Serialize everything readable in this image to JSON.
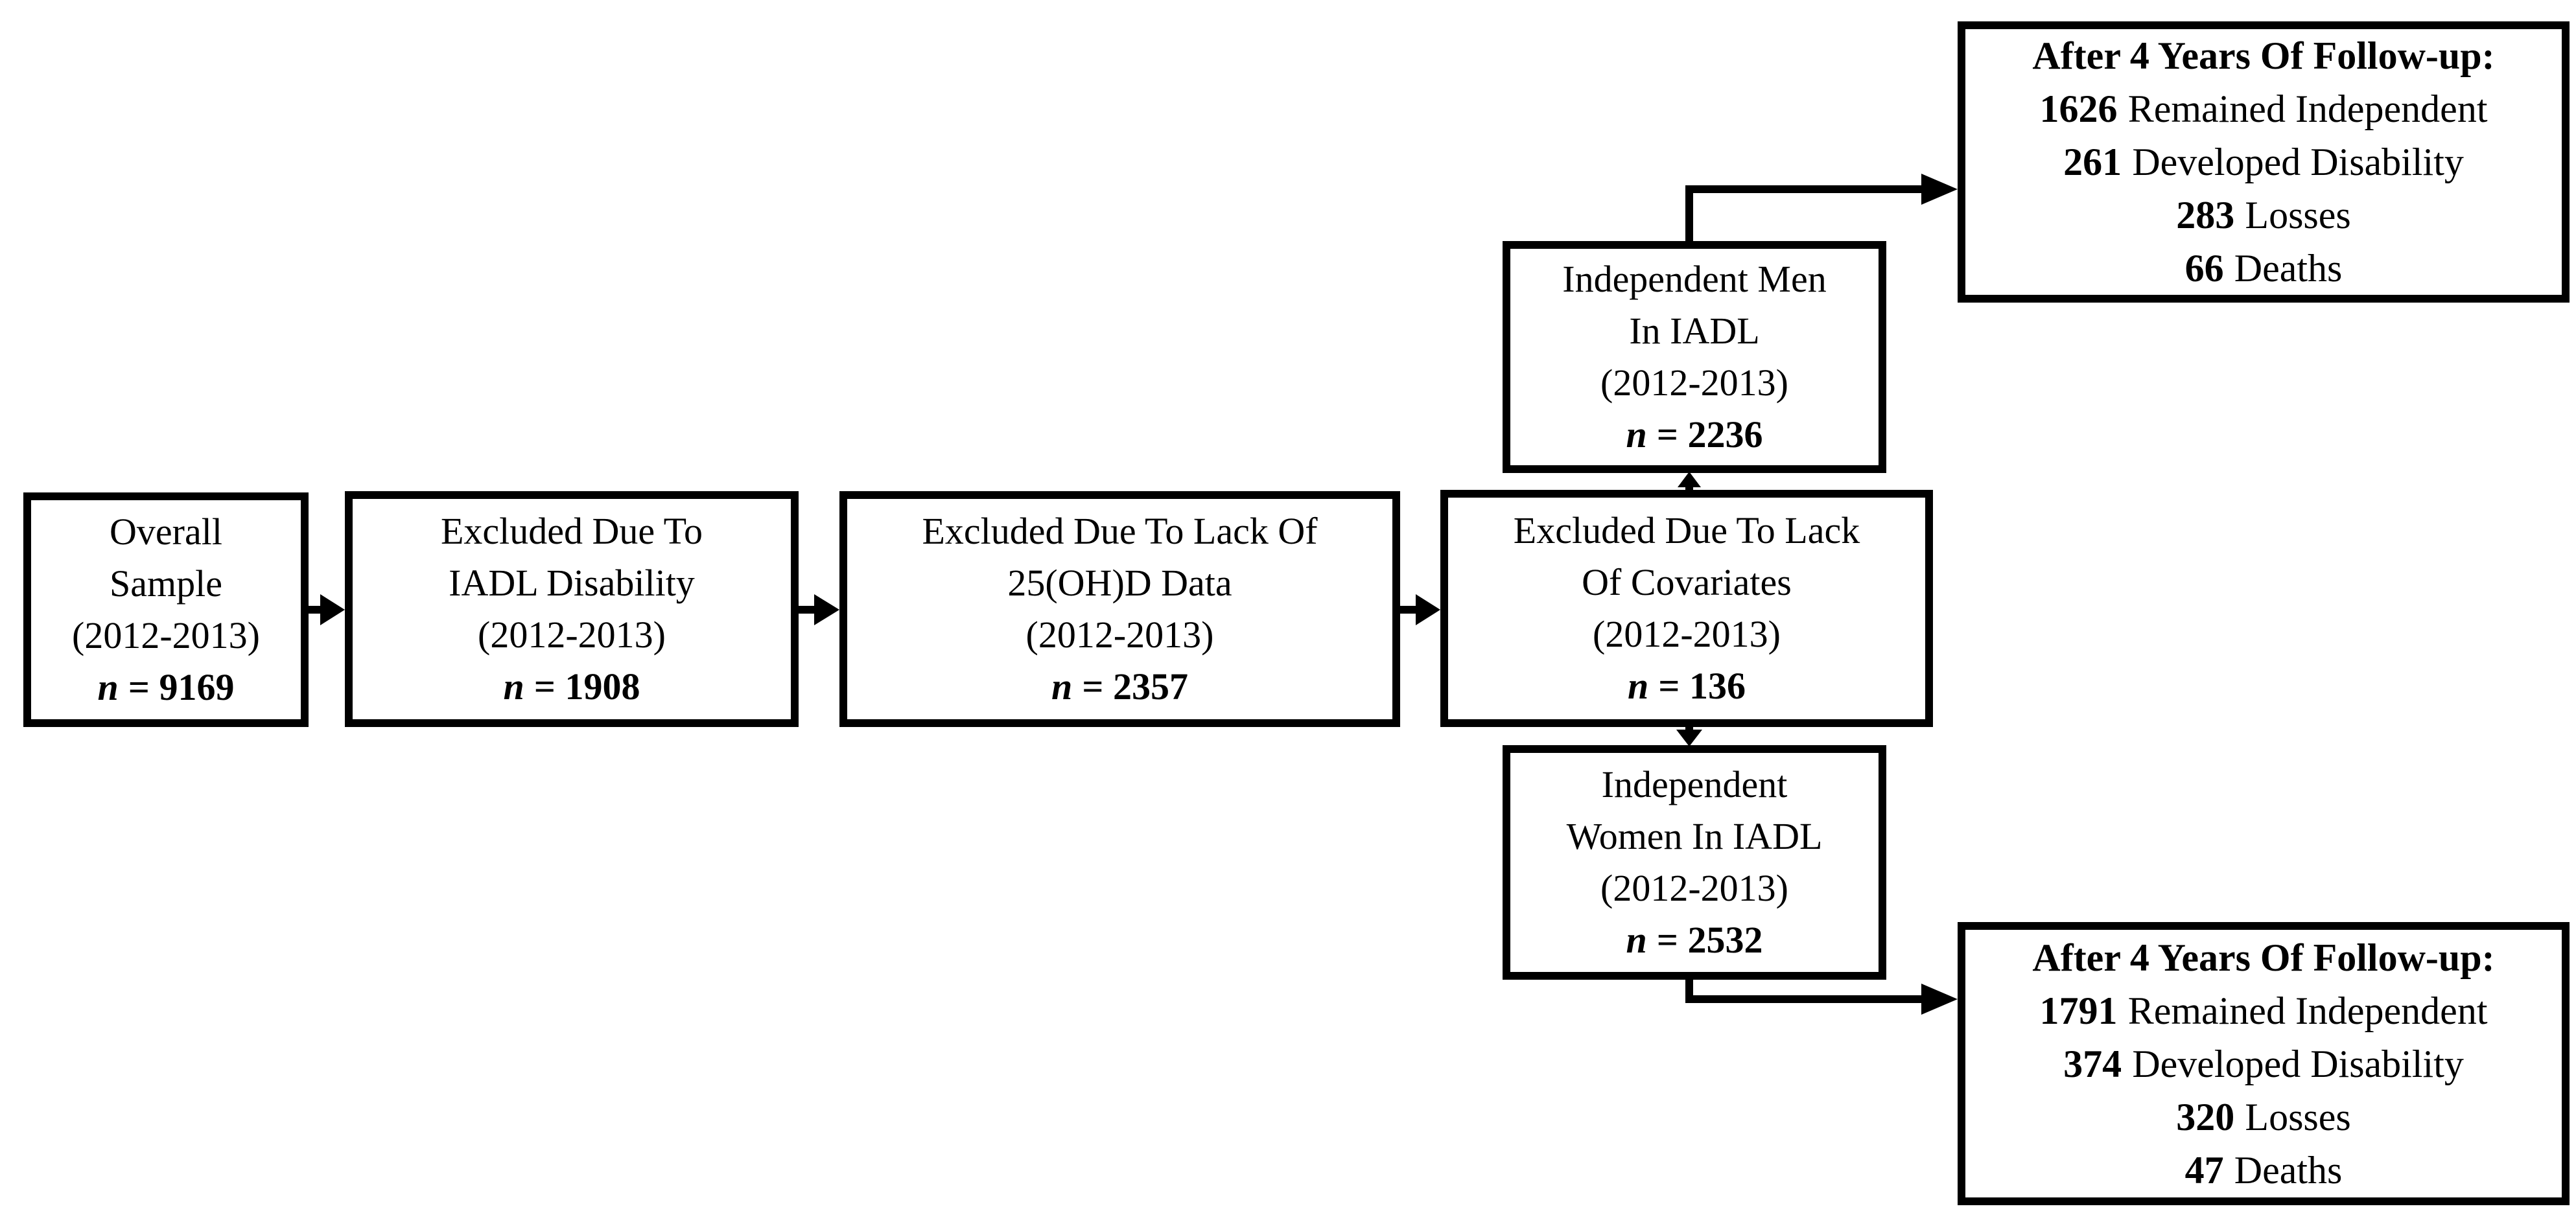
{
  "figure": {
    "type": "study-flow-diagram",
    "background_color": "#ffffff",
    "ink_color": "#000000"
  },
  "boxes": {
    "overall": {
      "lines": [
        "Overall",
        "Sample",
        "(2012-2013)"
      ],
      "n": "n",
      "n_value": "= 9169"
    },
    "excluded_iadl": {
      "lines": [
        "Excluded Due To",
        "IADL Disability",
        "(2012-2013)"
      ],
      "n": "n",
      "n_value": "= 1908"
    },
    "excluded_25ohd": {
      "lines": [
        "Excluded Due To Lack Of",
        "25(OH)D Data",
        "(2012-2013)"
      ],
      "n": "n",
      "n_value": "= 2357"
    },
    "excluded_covariates": {
      "lines": [
        "Excluded Due To Lack",
        "Of Covariates",
        "(2012-2013)"
      ],
      "n": "n",
      "n_value": "= 136"
    },
    "independent_men": {
      "lines": [
        "Independent Men",
        "In IADL",
        "(2012-2013)"
      ],
      "n": "n",
      "n_value": "= 2236"
    },
    "independent_women": {
      "lines": [
        "Independent",
        "Women In IADL",
        "(2012-2013)"
      ],
      "n": "n",
      "n_value": "= 2532"
    },
    "followup_men": {
      "title": "After 4 Years Of Follow-up:",
      "rows": [
        {
          "value": "1626",
          "label": "Remained Independent"
        },
        {
          "value": "261",
          "label": "Developed Disability"
        },
        {
          "value": "283",
          "label": "Losses"
        },
        {
          "value": "66",
          "label": "Deaths"
        }
      ]
    },
    "followup_women": {
      "title": "After 4 Years Of Follow-up:",
      "rows": [
        {
          "value": "1791",
          "label": "Remained Independent"
        },
        {
          "value": "374",
          "label": "Developed Disability"
        },
        {
          "value": "320",
          "label": "Losses"
        },
        {
          "value": "47",
          "label": "Deaths"
        }
      ]
    }
  },
  "edges": [
    {
      "from": "overall-sample",
      "to": "excluded-iadl-disability"
    },
    {
      "from": "excluded-iadl-disability",
      "to": "excluded-25ohd-data"
    },
    {
      "from": "excluded-25ohd-data",
      "to": "excluded-covariates"
    },
    {
      "from": "excluded-covariates",
      "to": "independent-men"
    },
    {
      "from": "excluded-covariates",
      "to": "independent-women"
    },
    {
      "from": "independent-men",
      "to": "followup-men"
    },
    {
      "from": "independent-women",
      "to": "followup-women"
    }
  ]
}
